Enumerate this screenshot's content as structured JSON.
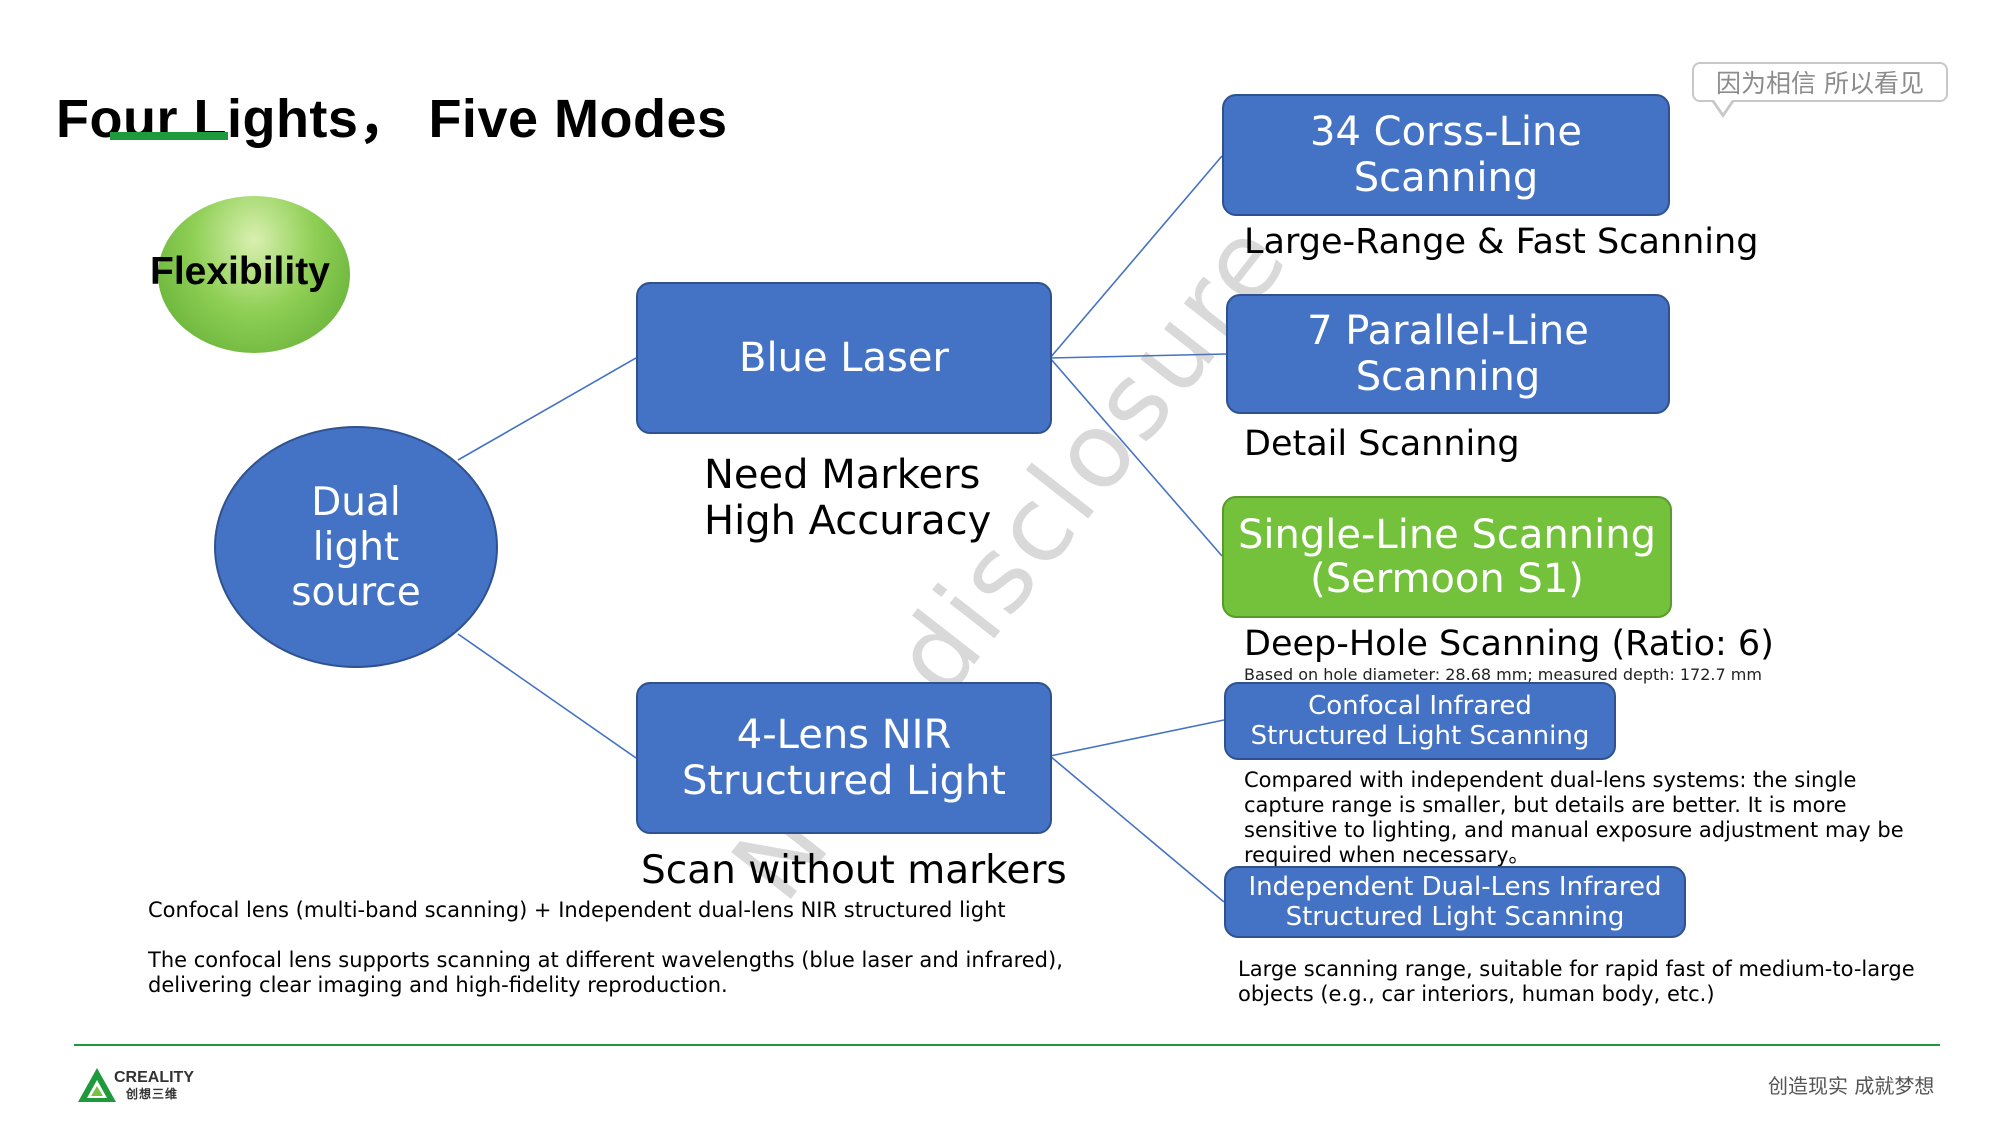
{
  "slide": {
    "title": "Four Lights， Five Modes",
    "speech_bubble": "因为相信  所以看见",
    "watermark": "Non-disclosure"
  },
  "flexibility": {
    "label": "Flexibility",
    "color": "#74c13c"
  },
  "root": {
    "label": "Dual light source",
    "color": "#4472c4"
  },
  "blue_laser": {
    "label": "Blue Laser",
    "note_line1": "Need Markers",
    "note_line2": "High Accuracy",
    "modes": [
      {
        "label": "34 Corss-Line Scanning",
        "caption": "Large-Range & Fast Scanning"
      },
      {
        "label": "7 Parallel-Line Scanning",
        "caption": "Detail Scanning"
      },
      {
        "label_line1": "Single-Line Scanning",
        "label_line2": "(Sermoon S1)",
        "caption": "Deep-Hole Scanning (Ratio: 6)",
        "subcaption": "Based on hole diameter: 28.68 mm; measured depth: 172.7 mm",
        "color": "#74c13c"
      }
    ]
  },
  "nir": {
    "label_line1": "4-Lens NIR",
    "label_line2": "Structured Light",
    "note": "Scan without markers",
    "desc_line1": "Confocal lens (multi-band scanning) + Independent dual-lens NIR structured light",
    "desc_line2": "The confocal lens supports scanning at different wavelengths (blue laser and infrared),",
    "desc_line3": "delivering clear imaging and high-fidelity reproduction.",
    "modes": [
      {
        "label_line1": "Confocal Infrared",
        "label_line2": "Structured Light Scanning",
        "caption_line1": "Compared with independent dual-lens systems: the single",
        "caption_line2": "capture range is smaller, but details are better. It is more",
        "caption_line3": "sensitive to lighting, and manual exposure adjustment may be",
        "caption_line4": "required when necessary。"
      },
      {
        "label_line1": "Independent Dual-Lens Infrared",
        "label_line2": "Structured Light Scanning",
        "caption_line1": "Large scanning range, suitable for rapid fast of medium-to-large",
        "caption_line2": "objects (e.g., car interiors, human body, etc.)"
      }
    ]
  },
  "footer": {
    "logo_text": "CREALITY",
    "logo_sub": "创想三维",
    "slogan": "创造现实  成就梦想",
    "line_color": "#1e9a3c"
  }
}
